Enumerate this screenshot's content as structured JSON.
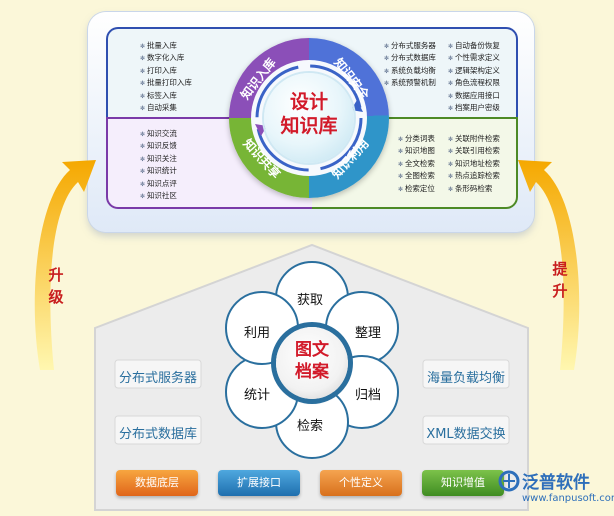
{
  "knowledge_system": {
    "center_title": [
      "设计",
      "知识库"
    ],
    "ring_labels": [
      "知识入库",
      "知识安全",
      "知识利用",
      "知识共享"
    ],
    "top_left_items": [
      "批量入库",
      "数字化入库",
      "打印入库",
      "批量打印入库",
      "标签入库",
      "自动采集"
    ],
    "top_right_items_col1": [
      "分布式服务器",
      "分布式数据库",
      "系统负载均衡",
      "系统预警机制"
    ],
    "top_right_items_col2": [
      "自动备份恢复",
      "个性需求定义",
      "逻辑架构定义",
      "角色流程权限",
      "数据应用接口",
      "档案用户密级"
    ],
    "bottom_left_items": [
      "知识交流",
      "知识反馈",
      "知识关注",
      "知识统计",
      "知识点评",
      "知识社区"
    ],
    "bottom_right_items_col1": [
      "分类词表",
      "知识地图",
      "全文检索",
      "全图检索",
      "检索定位"
    ],
    "bottom_right_items_col2": [
      "关联附件检索",
      "关联引用检索",
      "知识地址检索",
      "热点追踪检索",
      "条形码检索"
    ]
  },
  "side_labels": {
    "left": [
      "升",
      "级"
    ],
    "right": [
      "提",
      "升"
    ]
  },
  "archive": {
    "center_title": [
      "图文",
      "档案"
    ],
    "petals": [
      "获取",
      "整理",
      "归档",
      "检索",
      "统计",
      "利用"
    ],
    "left_tags": [
      "分布式服务器",
      "分布式数据库"
    ],
    "right_tags": [
      "海量负载均衡",
      "XML数据交换"
    ],
    "bottom_buttons": [
      "数据底层",
      "扩展接口",
      "个性定义",
      "知识增值"
    ]
  },
  "brand": {
    "name": "泛普软件",
    "url": "www.fanpusoft.com"
  },
  "colors": {
    "ring_blue": "#4f72d8",
    "ring_teal": "#2f95c9",
    "ring_green": "#77b536",
    "ring_purple": "#8b4fb8",
    "btn_orange": "#e8801f",
    "btn_blue": "#2f88c9",
    "btn_amber": "#e9892a",
    "btn_green": "#5aa32f",
    "title_red": "#d21a2a"
  }
}
